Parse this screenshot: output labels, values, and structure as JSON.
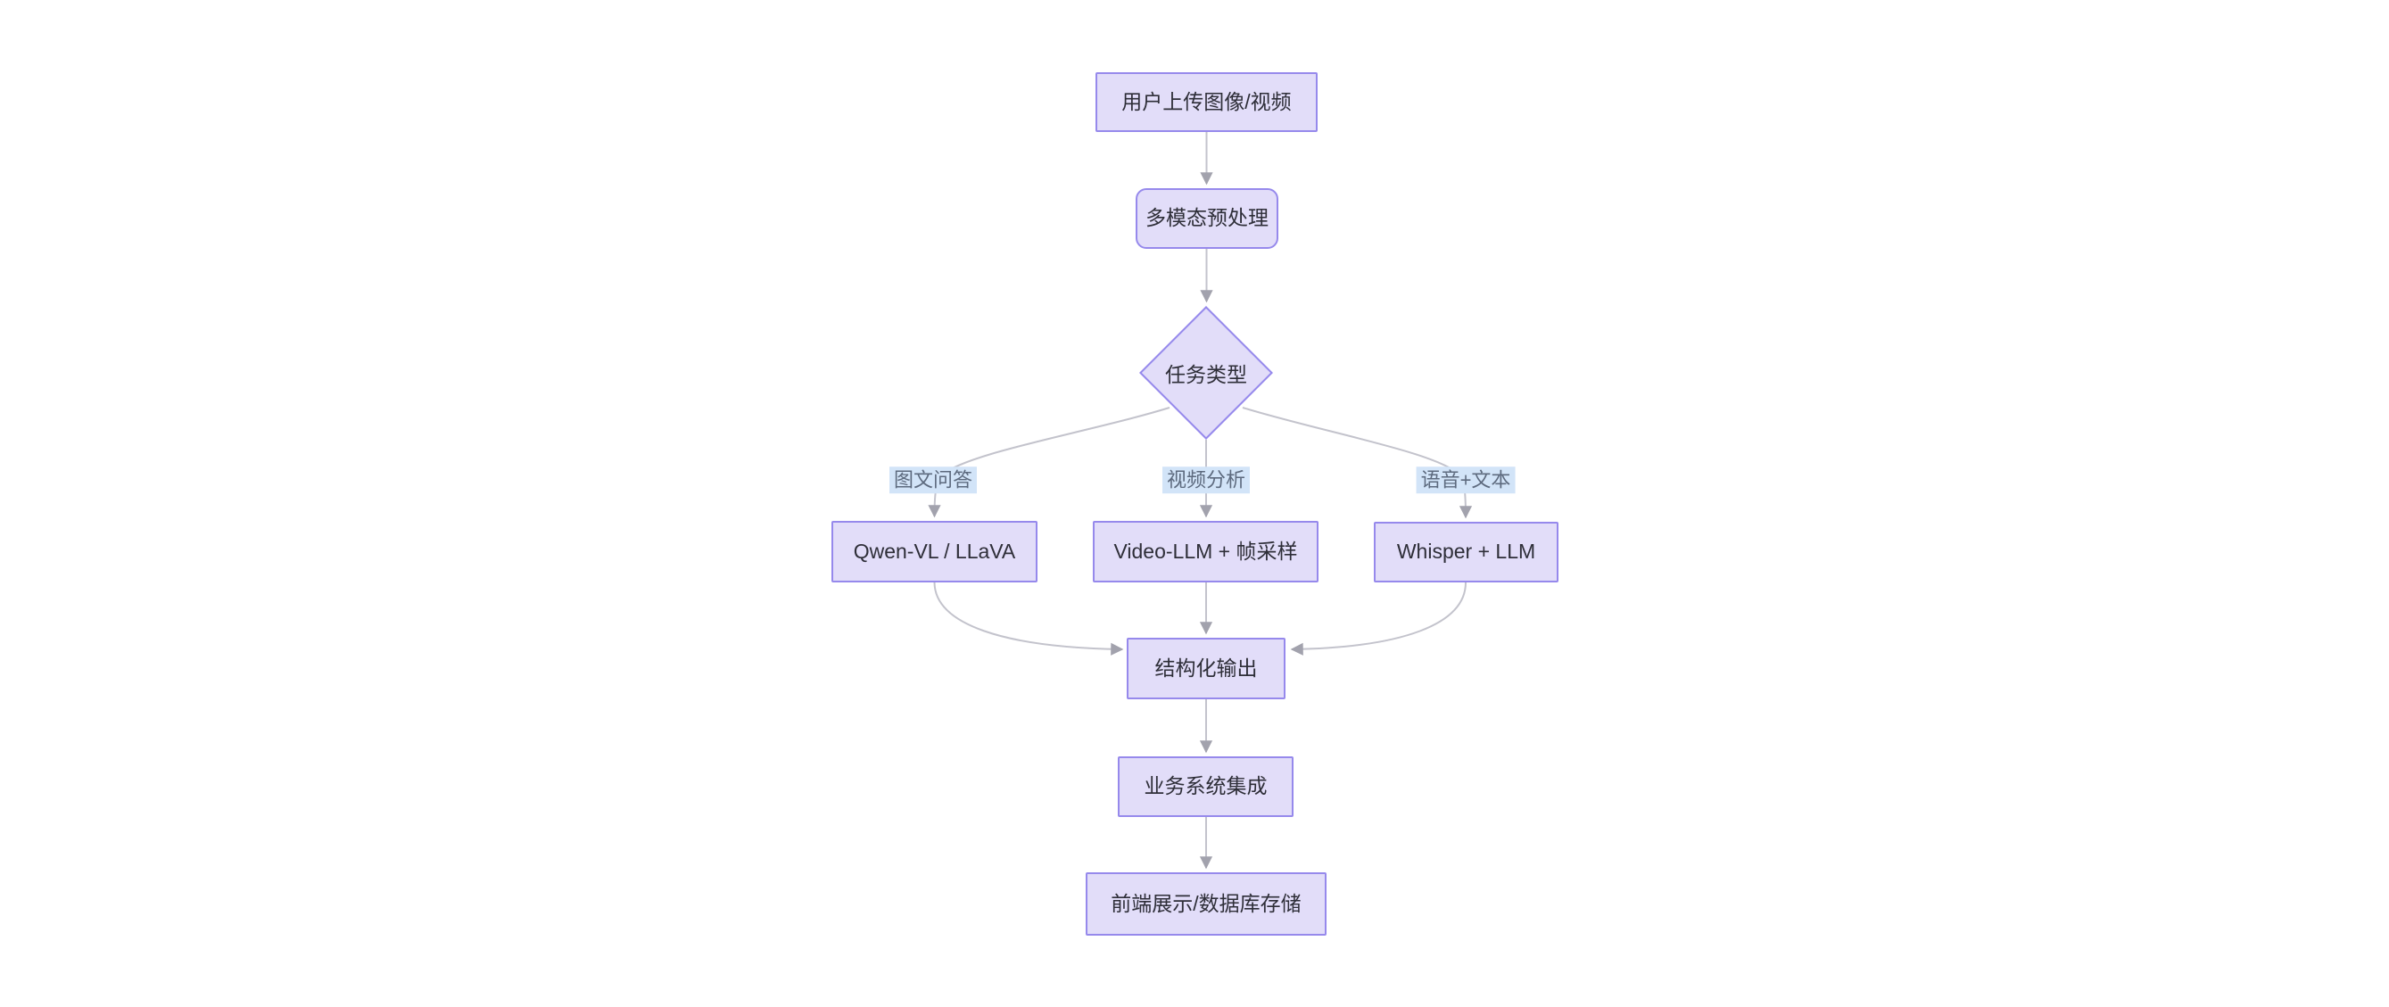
{
  "diagram": {
    "type": "flowchart",
    "direction": "top-down",
    "background": "#ffffff"
  },
  "palette": {
    "node_fill": "#e2ddf9",
    "node_border": "#9689ec",
    "node_text": "#2e2e38",
    "edge_line": "#c3c3cc",
    "arrowhead": "#a2a2ad",
    "edge_label_bg": "#d2e4f8",
    "edge_label_text": "#5d6a7e"
  },
  "nodes": {
    "upload": {
      "label": "用户上传图像/视频",
      "shape": "rect"
    },
    "preprocess": {
      "label": "多模态预处理",
      "shape": "rounded"
    },
    "task_type": {
      "label": "任务类型",
      "shape": "diamond"
    },
    "qwen": {
      "label": "Qwen-VL / LLaVA",
      "shape": "rect"
    },
    "video_llm": {
      "label": "Video-LLM + 帧采样",
      "shape": "rect"
    },
    "whisper": {
      "label": "Whisper + LLM",
      "shape": "rect"
    },
    "structured": {
      "label": "结构化输出",
      "shape": "rect"
    },
    "business": {
      "label": "业务系统集成",
      "shape": "rect"
    },
    "frontend": {
      "label": "前端展示/数据库存储",
      "shape": "rect"
    }
  },
  "edges": [
    {
      "from": "upload",
      "to": "preprocess",
      "label": ""
    },
    {
      "from": "preprocess",
      "to": "task_type",
      "label": ""
    },
    {
      "from": "task_type",
      "to": "qwen",
      "label": "图文问答"
    },
    {
      "from": "task_type",
      "to": "video_llm",
      "label": "视频分析"
    },
    {
      "from": "task_type",
      "to": "whisper",
      "label": "语音+文本"
    },
    {
      "from": "qwen",
      "to": "structured",
      "label": ""
    },
    {
      "from": "video_llm",
      "to": "structured",
      "label": ""
    },
    {
      "from": "whisper",
      "to": "structured",
      "label": ""
    },
    {
      "from": "structured",
      "to": "business",
      "label": ""
    },
    {
      "from": "business",
      "to": "frontend",
      "label": ""
    }
  ]
}
